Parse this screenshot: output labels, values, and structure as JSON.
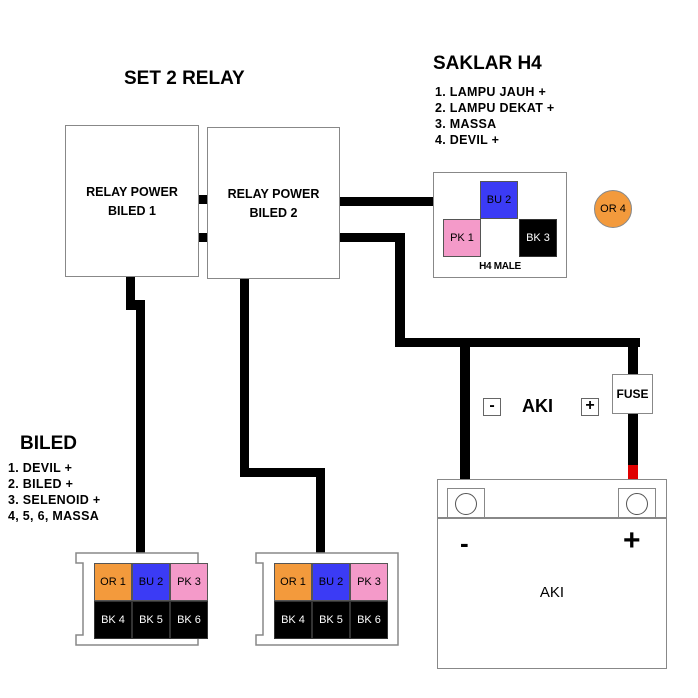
{
  "relay_section": {
    "title": "SET 2 RELAY",
    "relay1": {
      "line1": "RELAY POWER",
      "line2": "BILED 1"
    },
    "relay2": {
      "line1": "RELAY POWER",
      "line2": "BILED 2"
    }
  },
  "saklar": {
    "title": "SAKLAR H4",
    "items": [
      "1. LAMPU JAUH +",
      "2. LAMPU DEKAT +",
      "3. MASSA",
      "4. DEVIL +"
    ],
    "connector_label": "H4 MALE",
    "pins": {
      "pk1": "PK 1",
      "bu2": "BU 2",
      "bk3": "BK 3"
    },
    "extra_pin": "OR 4"
  },
  "biled": {
    "title": "BILED",
    "items": [
      "1. DEVIL +",
      "2. BILED +",
      "3. SELENOID +",
      "4, 5, 6, MASSA"
    ],
    "pins_top": [
      "OR 1",
      "BU 2",
      "PK 3"
    ],
    "pins_bottom": [
      "BK 4",
      "BK 5",
      "BK 6"
    ]
  },
  "battery": {
    "label_top": "AKI",
    "minus_sign": "-",
    "plus_sign": "+",
    "fuse_label": "FUSE",
    "body_label": "AKI",
    "terminal_minus": "-",
    "terminal_plus": "+"
  },
  "colors": {
    "orange": "#f39a3c",
    "blue": "#3b3bf5",
    "pink": "#f49ac9",
    "black": "#000000",
    "fuse_wire_red": "#e00000"
  }
}
